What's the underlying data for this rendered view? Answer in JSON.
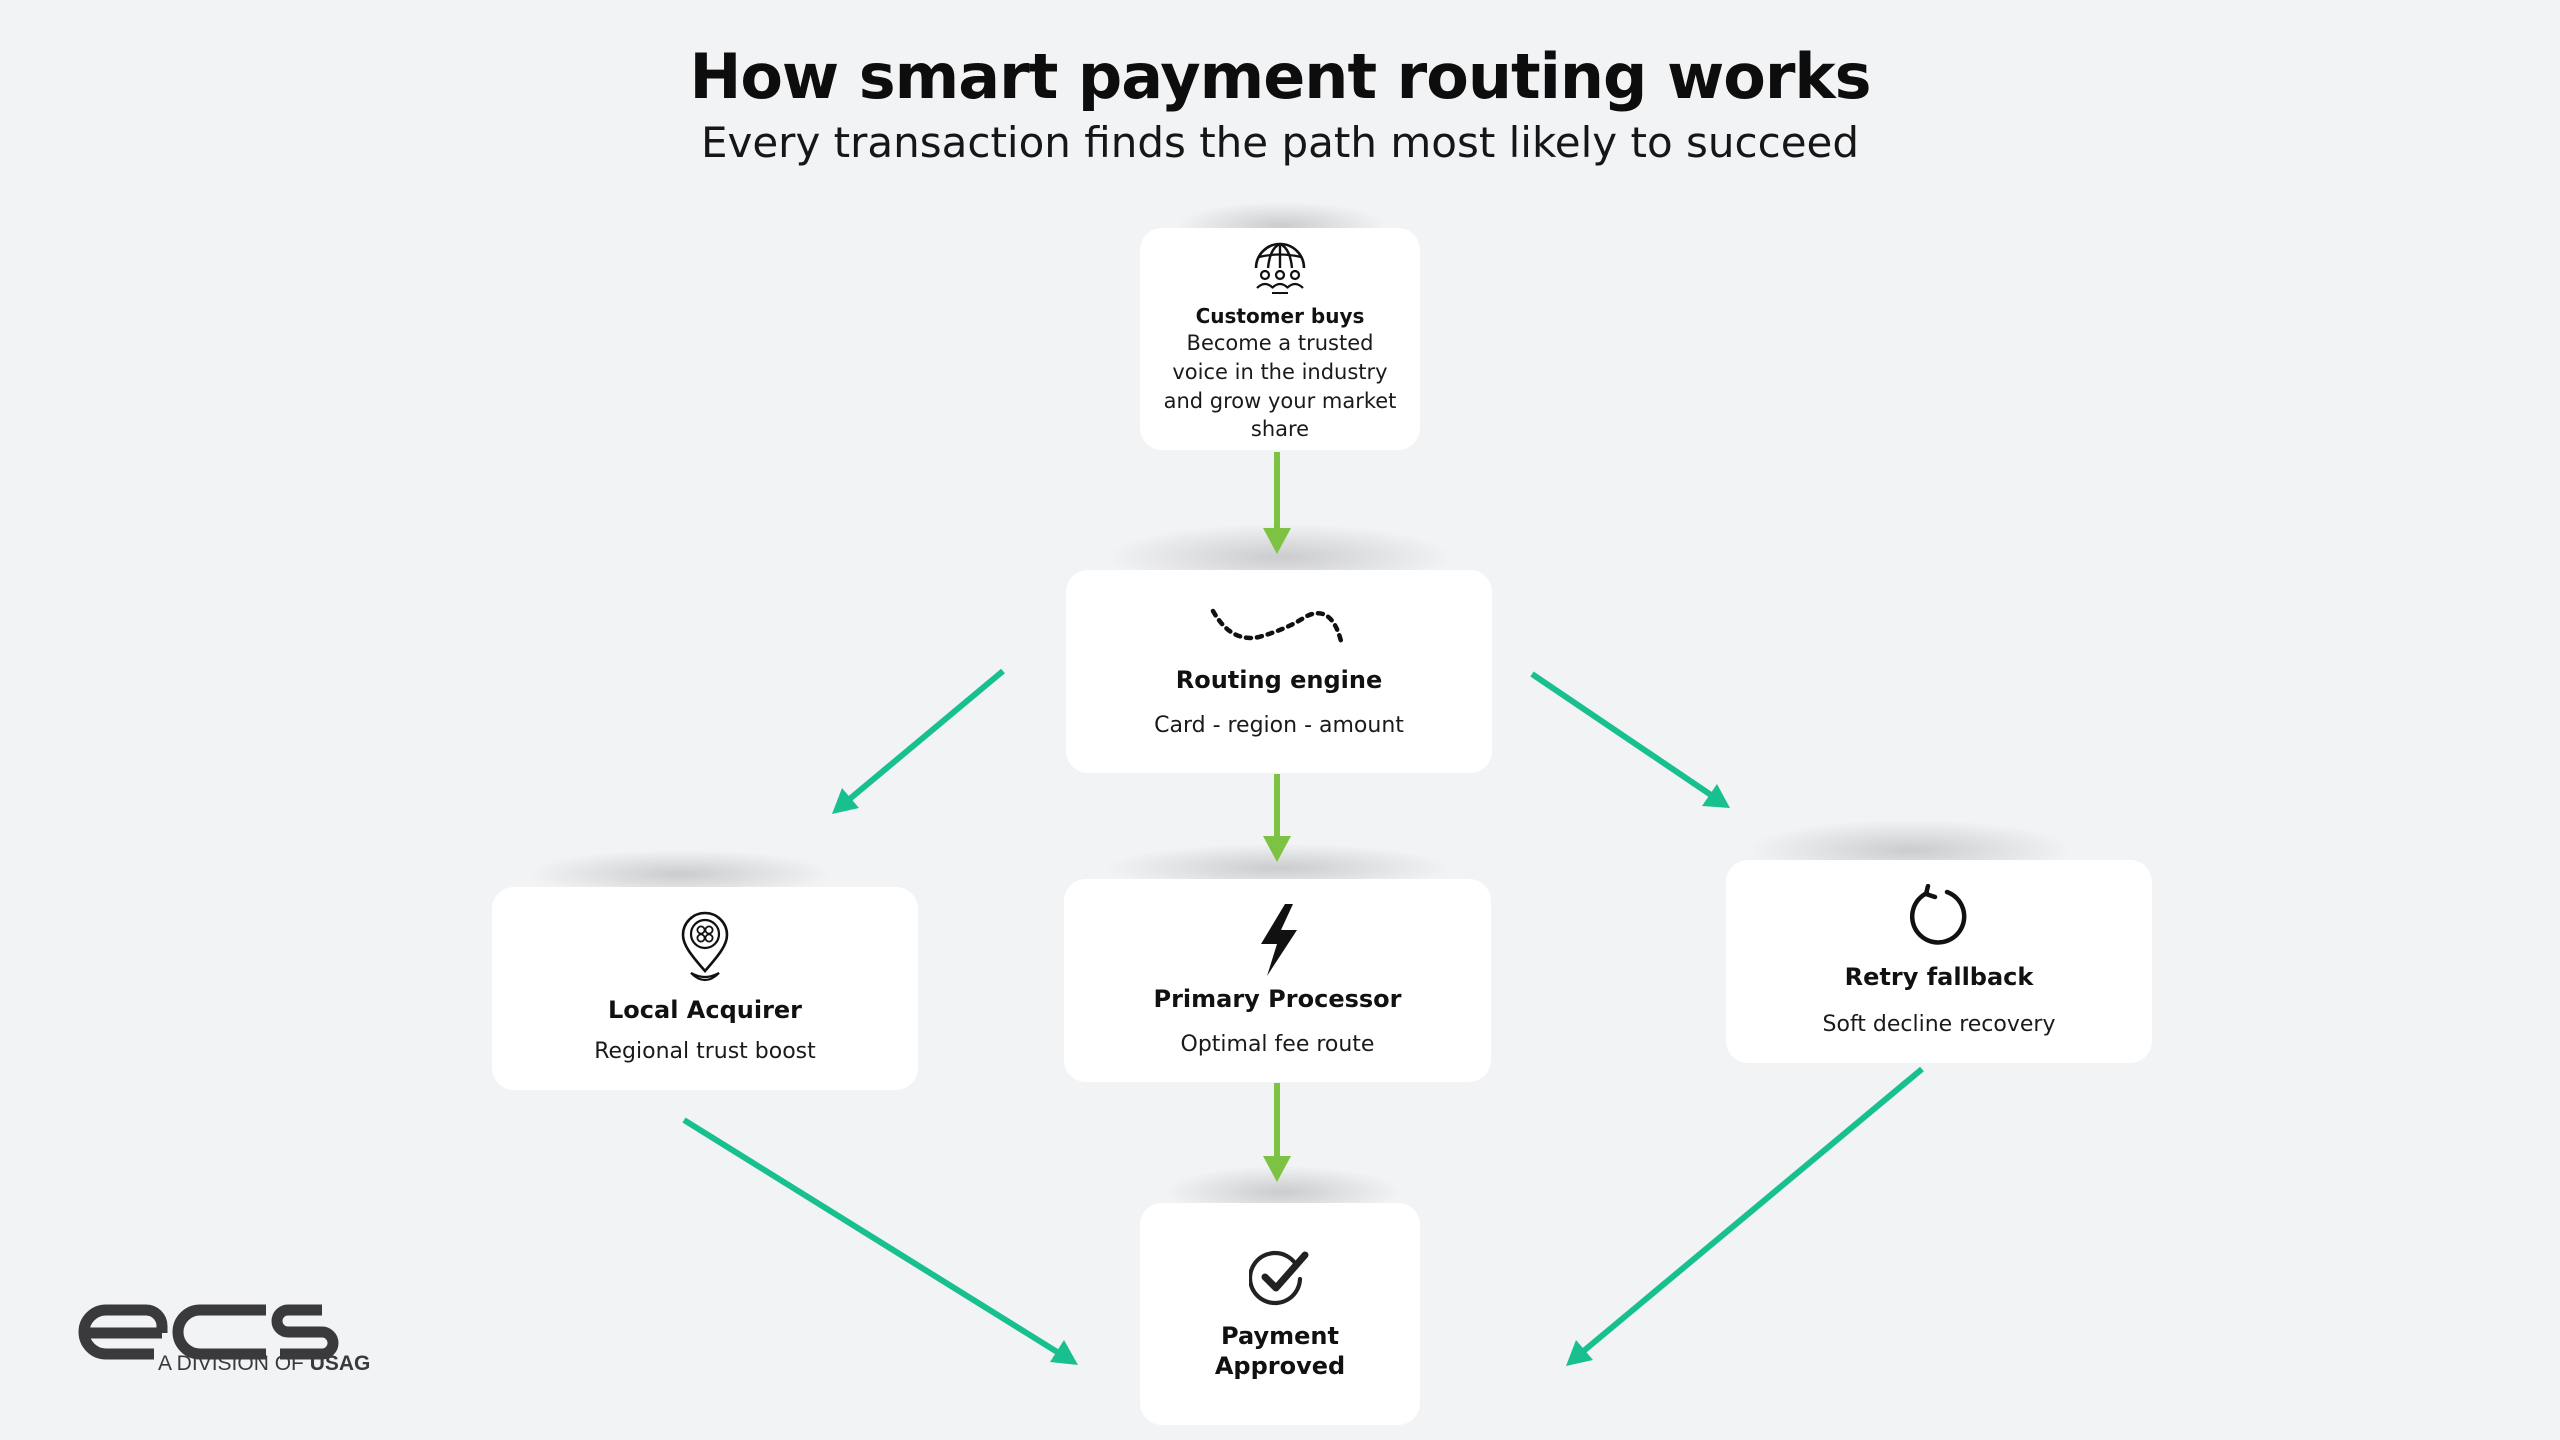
{
  "header": {
    "title": "How smart payment routing works",
    "subtitle": "Every transaction finds the path most likely to succeed"
  },
  "nodes": {
    "customer": {
      "icon": "globe-people-icon",
      "title": "Customer buys",
      "description": "Become a trusted voice in the industry and grow your market share"
    },
    "routing": {
      "icon": "dotted-path-icon",
      "title": "Routing engine",
      "description": "Card - region - amount"
    },
    "local": {
      "icon": "location-pin-icon",
      "title": "Local Acquirer",
      "description": "Regional trust boost"
    },
    "primary": {
      "icon": "lightning-bolt-icon",
      "title": "Primary Processor",
      "description": "Optimal fee route"
    },
    "retry": {
      "icon": "refresh-icon",
      "title": "Retry fallback",
      "description": "Soft decline recovery"
    },
    "approved": {
      "icon": "check-circle-icon",
      "title": "Payment Approved"
    }
  },
  "edges": [
    {
      "from": "customer",
      "to": "routing",
      "color": "#7dc242"
    },
    {
      "from": "routing",
      "to": "primary",
      "color": "#7dc242"
    },
    {
      "from": "routing",
      "to": "local",
      "color": "#19c08f"
    },
    {
      "from": "routing",
      "to": "retry",
      "color": "#19c08f"
    },
    {
      "from": "primary",
      "to": "approved",
      "color": "#7dc242"
    },
    {
      "from": "local",
      "to": "approved",
      "color": "#19c08f"
    },
    {
      "from": "retry",
      "to": "approved",
      "color": "#19c08f"
    }
  ],
  "logo": {
    "wordmark": "ecs",
    "tagline_prefix": "A DIVISION OF",
    "tagline_brand": "USAG"
  },
  "colors": {
    "background": "#f2f3f5",
    "card": "#ffffff",
    "flow_green": "#7dc242",
    "branch_teal": "#19c08f",
    "logo_gray": "#3a3a3c"
  }
}
